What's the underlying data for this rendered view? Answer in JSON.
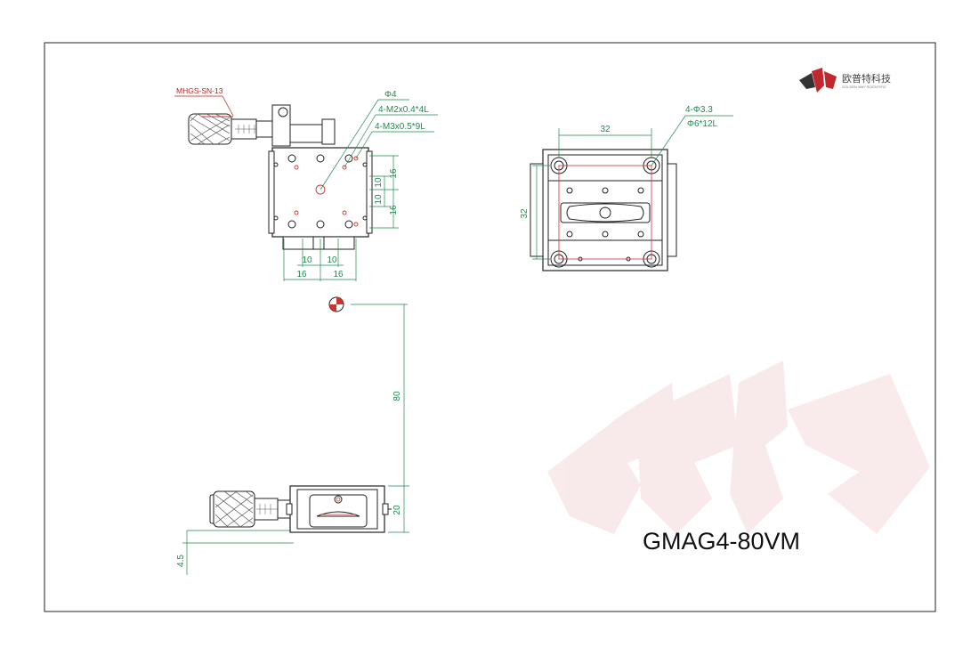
{
  "brand": {
    "name_cn": "欧普特科技",
    "name_en": "GOLDEN WAY SCIENTIFIC",
    "color_dark": "#333333",
    "color_red": "#c0282d"
  },
  "model": "GMAG4-80VM",
  "callouts": {
    "micrometer": "MHGS-SN-13",
    "center_hole": "Φ4",
    "tap_small": "4-M2x0.4*4L",
    "tap_large": "4-M3x0.5*9L",
    "holes_count": "4-Φ3.3",
    "counterbore": "Φ6*12L"
  },
  "dims": {
    "top_right_16a": "16",
    "top_right_10a": "10",
    "top_right_10b": "10",
    "top_right_16b": "16",
    "bottom_10a": "10",
    "bottom_10b": "10",
    "bottom_16a": "16",
    "bottom_16b": "16",
    "side_width": "32",
    "side_height": "32",
    "travel_height": "80",
    "body_height": "20",
    "offset": "4.5"
  },
  "colors": {
    "dimension": "#1f8a4c",
    "outline": "#222222",
    "hidden_red": "#d0342c"
  }
}
